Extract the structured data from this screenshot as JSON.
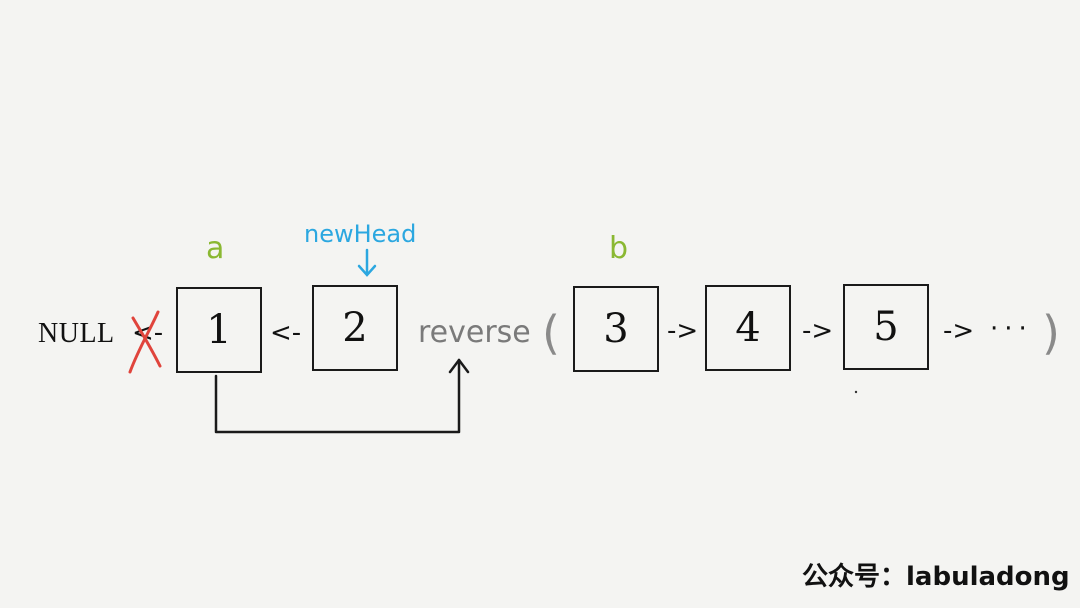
{
  "null_label": "NULL",
  "nodes": [
    "1",
    "2",
    "3",
    "4",
    "5"
  ],
  "left_arrow": "<-",
  "right_arrow": "->",
  "ellipsis": "···",
  "function_name": "reverse",
  "open_paren": "(",
  "close_paren": ")",
  "var_a": "a",
  "var_b": "b",
  "pointer_label": "newHead",
  "watermark": "公众号：labuladong",
  "colors": {
    "var_label": "#8ab832",
    "pointer": "#2ba7e0",
    "cross_out": "#e0443c",
    "box_border": "#1a1a1a",
    "function_text": "#7a7a7a"
  }
}
